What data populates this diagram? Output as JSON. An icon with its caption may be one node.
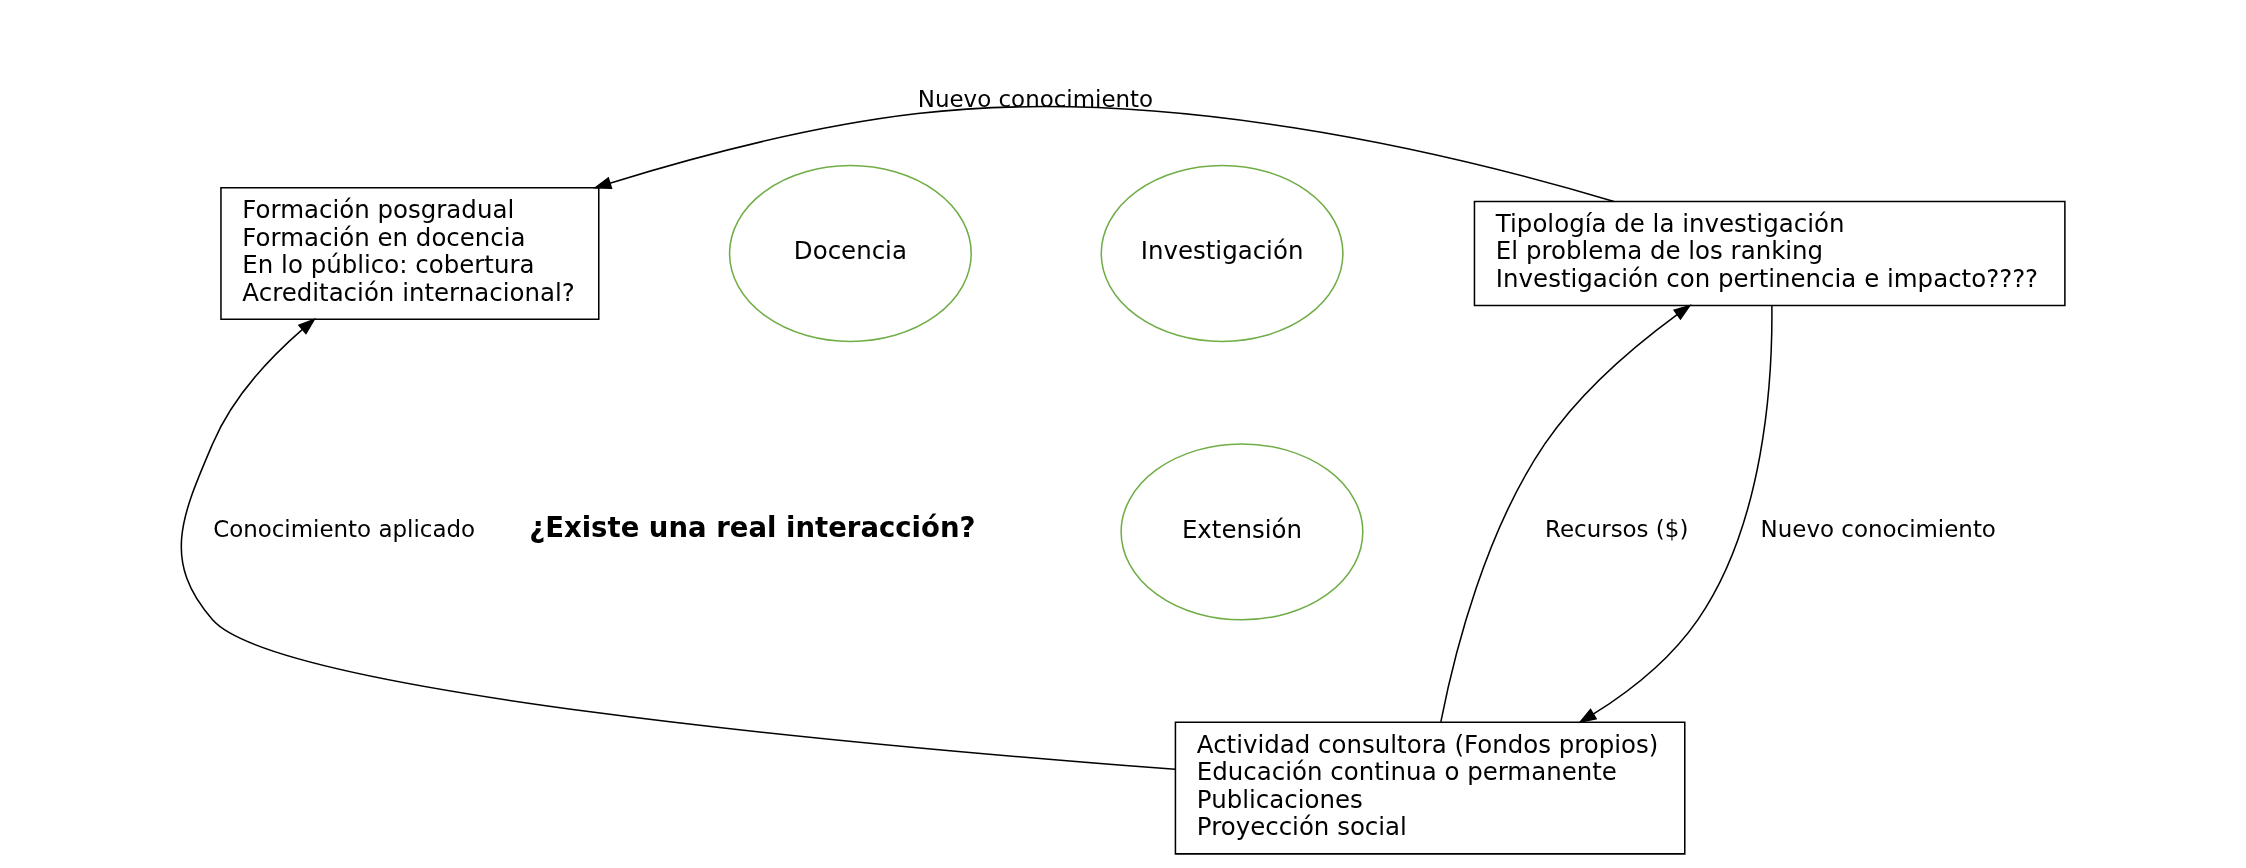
{
  "diagram": {
    "nodes": [
      {
        "text": [
          "Formación posgradual",
          "Formación en docencia",
          "En lo público: cobertura",
          "Acreditación internacional?"
        ]
      },
      {
        "text": [
          "Docencia"
        ]
      },
      {
        "text": [
          "Investigación"
        ]
      },
      {
        "text": [
          "Tipología de la investigación",
          "El problema de los ranking",
          "Investigación con pertinencia e impacto????"
        ]
      },
      {
        "text": [
          "Extensión"
        ]
      },
      {
        "text": [
          "Actividad consultora (Fondos propios)",
          "Educación continua o permanente",
          "Publicaciones",
          "Proyección social"
        ]
      }
    ],
    "edges": [
      {
        "from": 3,
        "to": 0,
        "arrow": "to",
        "label": "Nuevo conocimiento"
      },
      {
        "from": 5,
        "to": 3,
        "arrow": "to",
        "label": "Recursos ($)"
      },
      {
        "from": 5,
        "to": 0,
        "arrow": "to",
        "label": "Conocimiento aplicado"
      },
      {
        "from": 3,
        "to": 5,
        "arrow": "to",
        "label": "Nuevo conocimiento"
      }
    ],
    "labels": [
      "¿Existe una real interacción?"
    ]
  }
}
